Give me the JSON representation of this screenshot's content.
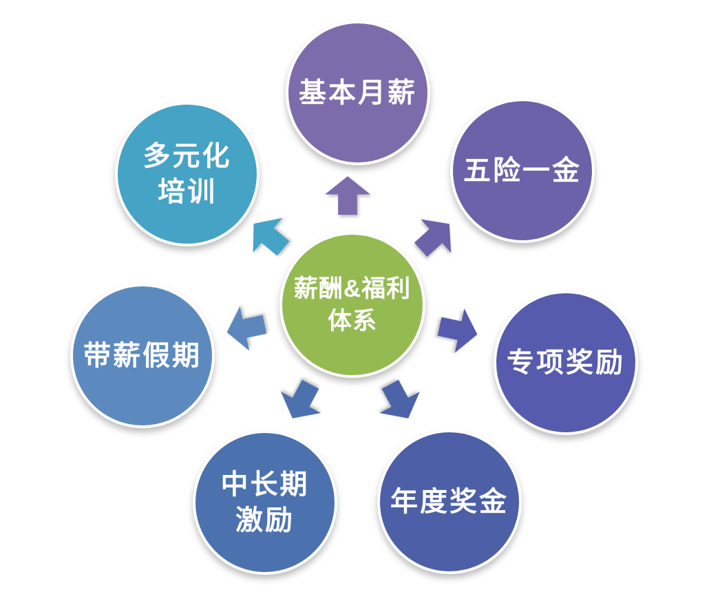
{
  "center_node": {
    "lines": [
      "薪酬&福利",
      "体系"
    ],
    "color": "#95ba52",
    "text_color": "#ffffff"
  },
  "nodes": [
    {
      "name": "basic-monthly-salary",
      "lines": [
        "基本月薪"
      ],
      "color": "#7d6cab"
    },
    {
      "name": "five-insurances-one-fund",
      "lines": [
        "五险一金"
      ],
      "color": "#6b62a9"
    },
    {
      "name": "special-rewards",
      "lines": [
        "专项奖励"
      ],
      "color": "#575bad"
    },
    {
      "name": "annual-bonus",
      "lines": [
        "年度奖金"
      ],
      "color": "#4c5fa7"
    },
    {
      "name": "mid-long-term-incentive",
      "lines": [
        "中长期",
        "激励"
      ],
      "color": "#4b72ae"
    },
    {
      "name": "paid-leave",
      "lines": [
        "带薪假期"
      ],
      "color": "#5c8abf"
    },
    {
      "name": "diversified-training",
      "lines": [
        "多元化",
        "培训"
      ],
      "color": "#45a3c5"
    }
  ],
  "arrows": [
    {
      "name": "arrow-to-basic-monthly-salary",
      "color": "#7d6cab"
    },
    {
      "name": "arrow-to-five-insurances-one-fund",
      "color": "#6b62a9"
    },
    {
      "name": "arrow-to-special-rewards",
      "color": "#575bad"
    },
    {
      "name": "arrow-to-annual-bonus",
      "color": "#4c63a9"
    },
    {
      "name": "arrow-to-mid-long-term-incentive",
      "color": "#4b72ae"
    },
    {
      "name": "arrow-to-paid-leave",
      "color": "#5c87bd"
    },
    {
      "name": "arrow-to-diversified-training",
      "color": "#45a3c5"
    }
  ]
}
